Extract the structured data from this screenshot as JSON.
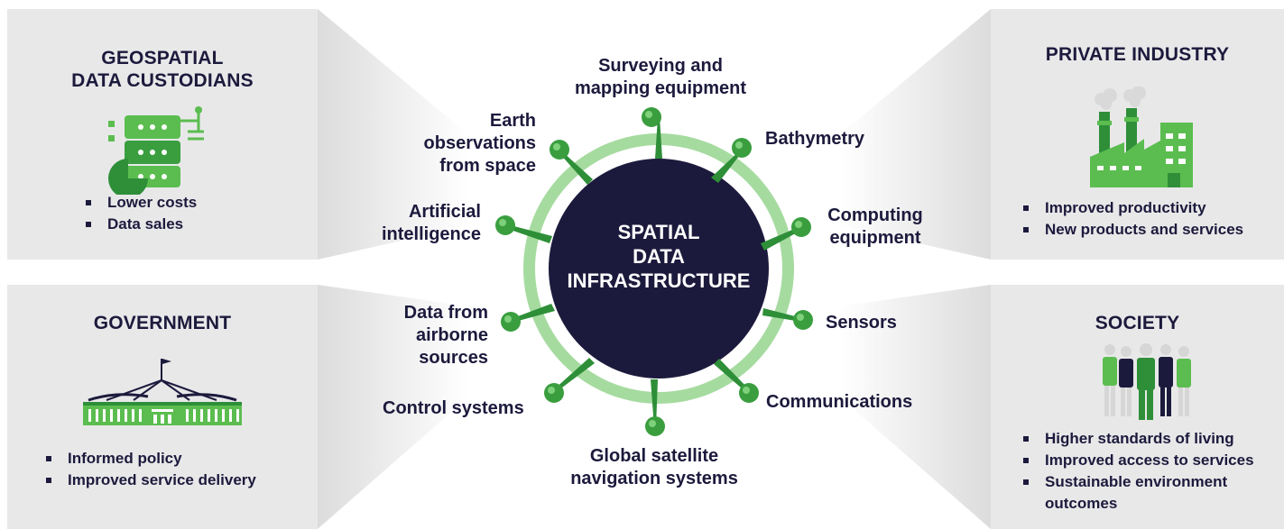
{
  "center": {
    "title": "SPATIAL\nDATA\nINFRASTRUCTURE"
  },
  "nodes": {
    "surveying": "Surveying and\nmapping equipment",
    "bathymetry": "Bathymetry",
    "computing": "Computing\nequipment",
    "sensors": "Sensors",
    "communications": "Communications",
    "gnss": "Global satellite\nnavigation systems",
    "control": "Control systems",
    "airborne": "Data from\nairborne\nsources",
    "ai": "Artificial\nintelligence",
    "earth_obs": "Earth\nobservations\nfrom space"
  },
  "panels": {
    "custodians": {
      "title": "GEOSPATIAL\nDATA CUSTODIANS",
      "bullets": [
        "Lower costs",
        "Data sales"
      ],
      "icon": "database-icon"
    },
    "industry": {
      "title": "PRIVATE INDUSTRY",
      "bullets": [
        "Improved productivity",
        "New products and services"
      ],
      "icon": "factory-icon"
    },
    "government": {
      "title": "GOVERNMENT",
      "bullets": [
        "Informed policy",
        "Improved service delivery"
      ],
      "icon": "parliament-icon"
    },
    "society": {
      "title": "SOCIETY",
      "bullets": [
        "Higher standards of living",
        "Improved access to services",
        "Sustainable environment outcomes"
      ],
      "icon": "people-icon"
    }
  },
  "colors": {
    "navy": "#1c1a3c",
    "green": "#5bbd4f",
    "dark_green": "#2e8f38",
    "ring": "#a6dba0",
    "panel": "#e8e8e9"
  }
}
